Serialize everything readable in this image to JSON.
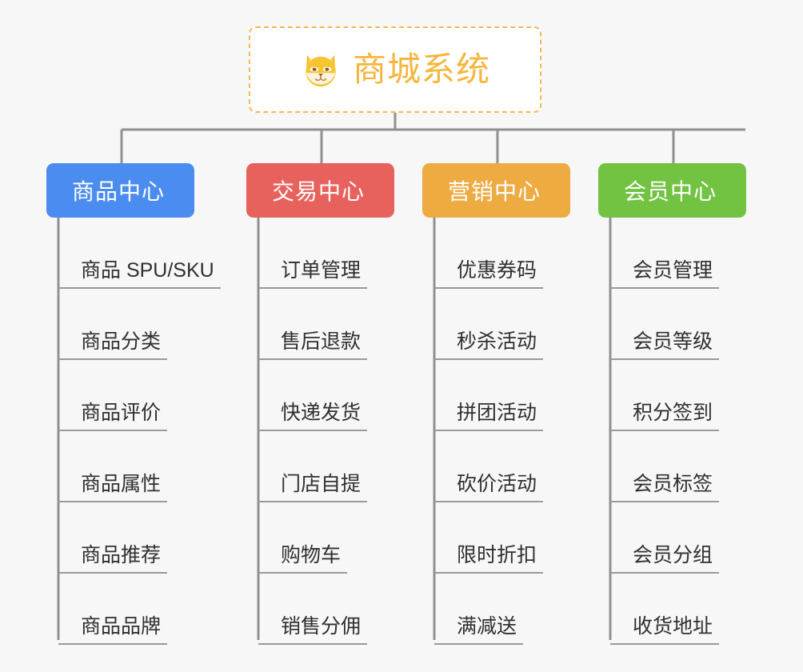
{
  "diagram": {
    "type": "mind-map",
    "background_color": "#f7f7f7",
    "line_color": "#909090"
  },
  "root": {
    "title": "商城系统",
    "icon": "shiba-dog-face-icon",
    "text_color": "#f5b63d",
    "border_color": "#f0b952",
    "border_style": "dashed",
    "background_color": "#ffffff"
  },
  "branches": [
    {
      "label": "商品中心",
      "color": "#4a8cf0",
      "items": [
        {
          "label": "商品 SPU/SKU"
        },
        {
          "label": "商品分类"
        },
        {
          "label": "商品评价"
        },
        {
          "label": "商品属性"
        },
        {
          "label": "商品推荐"
        },
        {
          "label": "商品品牌"
        }
      ]
    },
    {
      "label": "交易中心",
      "color": "#e8625d",
      "items": [
        {
          "label": "订单管理"
        },
        {
          "label": "售后退款"
        },
        {
          "label": "快递发货"
        },
        {
          "label": "门店自提"
        },
        {
          "label": "购物车"
        },
        {
          "label": "销售分佣"
        }
      ]
    },
    {
      "label": "营销中心",
      "color": "#eeab42",
      "items": [
        {
          "label": "优惠券码"
        },
        {
          "label": "秒杀活动"
        },
        {
          "label": "拼团活动"
        },
        {
          "label": "砍价活动"
        },
        {
          "label": "限时折扣"
        },
        {
          "label": "满减送"
        }
      ]
    },
    {
      "label": "会员中心",
      "color": "#72c341",
      "items": [
        {
          "label": "会员管理"
        },
        {
          "label": "会员等级"
        },
        {
          "label": "积分签到"
        },
        {
          "label": "会员标签"
        },
        {
          "label": "会员分组"
        },
        {
          "label": "收货地址"
        }
      ]
    }
  ]
}
